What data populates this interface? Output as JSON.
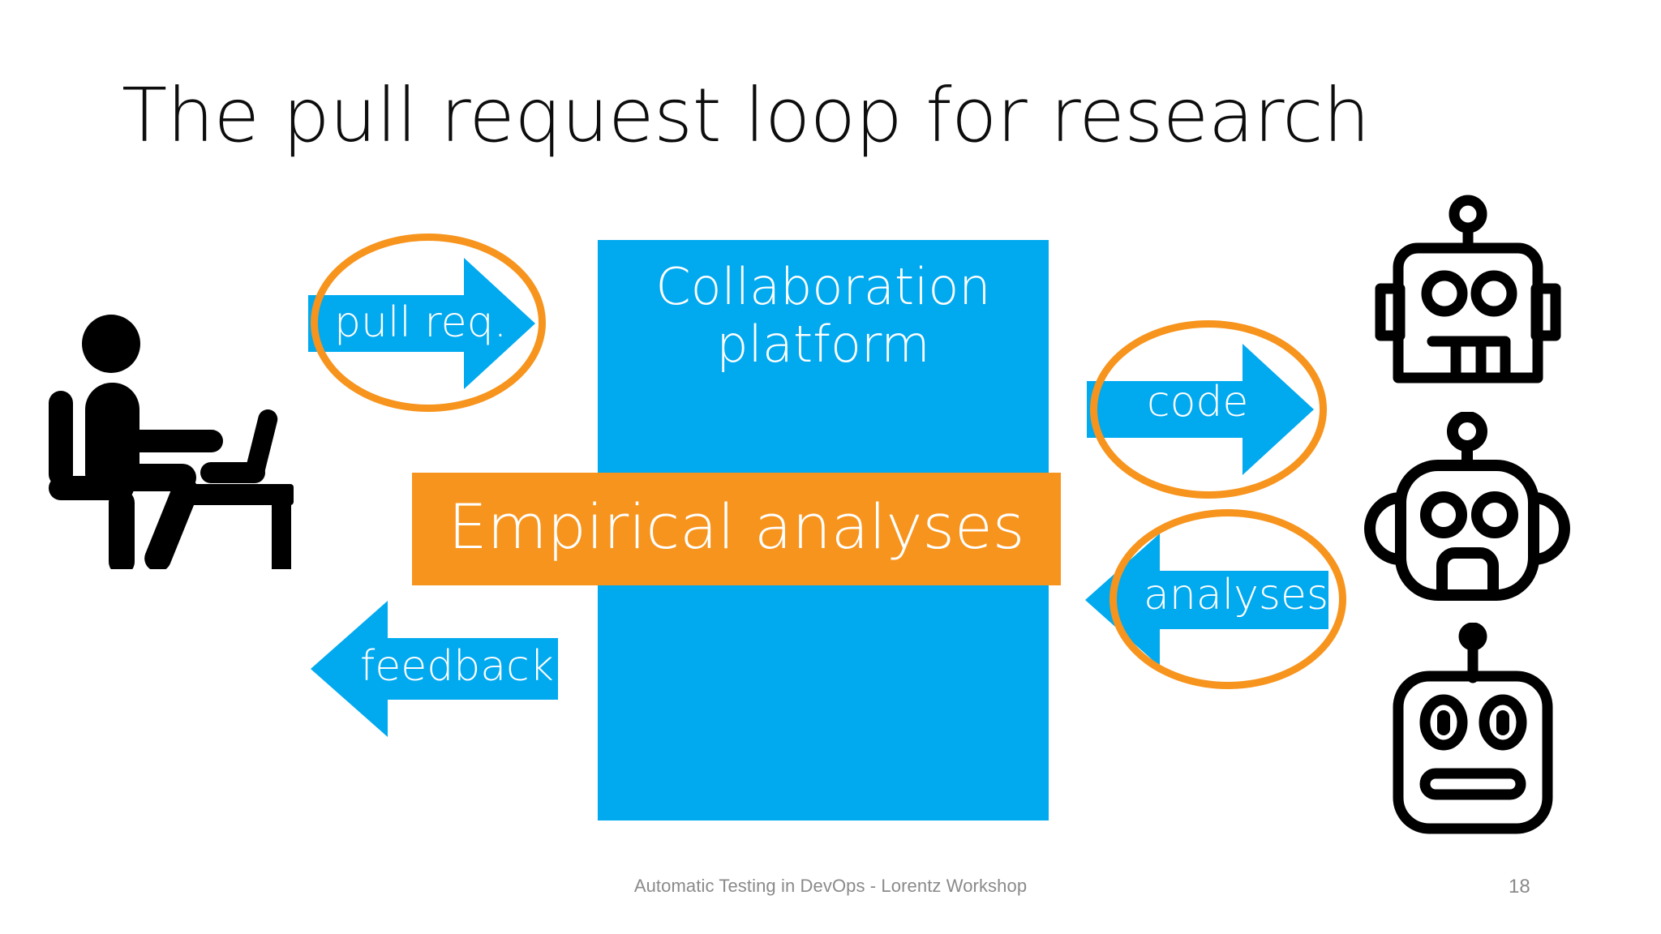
{
  "slide": {
    "title": "The pull request loop for research",
    "footer_text": "Automatic Testing in DevOps - Lorentz Workshop",
    "page_number": "18"
  },
  "colors": {
    "blue": "#01A9EF",
    "orange": "#F7941D",
    "title_text": "#0D0D0D",
    "footer_text": "#8A8A8A",
    "label_text": "#FFFFFF",
    "icon_black": "#000000"
  },
  "diagram": {
    "platform_box": {
      "label_line_1": "Collaboration",
      "label_line_2": "platform"
    },
    "empirical_band": {
      "label": "Empirical analyses"
    },
    "arrows": [
      {
        "id": "pull-req",
        "label": "pull req.",
        "direction": "right",
        "highlighted": true
      },
      {
        "id": "code",
        "label": "code",
        "direction": "right",
        "highlighted": true
      },
      {
        "id": "analyses",
        "label": "analyses",
        "direction": "left",
        "highlighted": true
      },
      {
        "id": "feedback",
        "label": "feedback",
        "direction": "left",
        "highlighted": false
      }
    ],
    "actors": {
      "left": {
        "icon": "person-at-desk-icon"
      },
      "right": [
        {
          "icon": "robot-square-head-icon"
        },
        {
          "icon": "robot-round-head-icon"
        },
        {
          "icon": "robot-flat-mouth-icon"
        }
      ]
    }
  }
}
